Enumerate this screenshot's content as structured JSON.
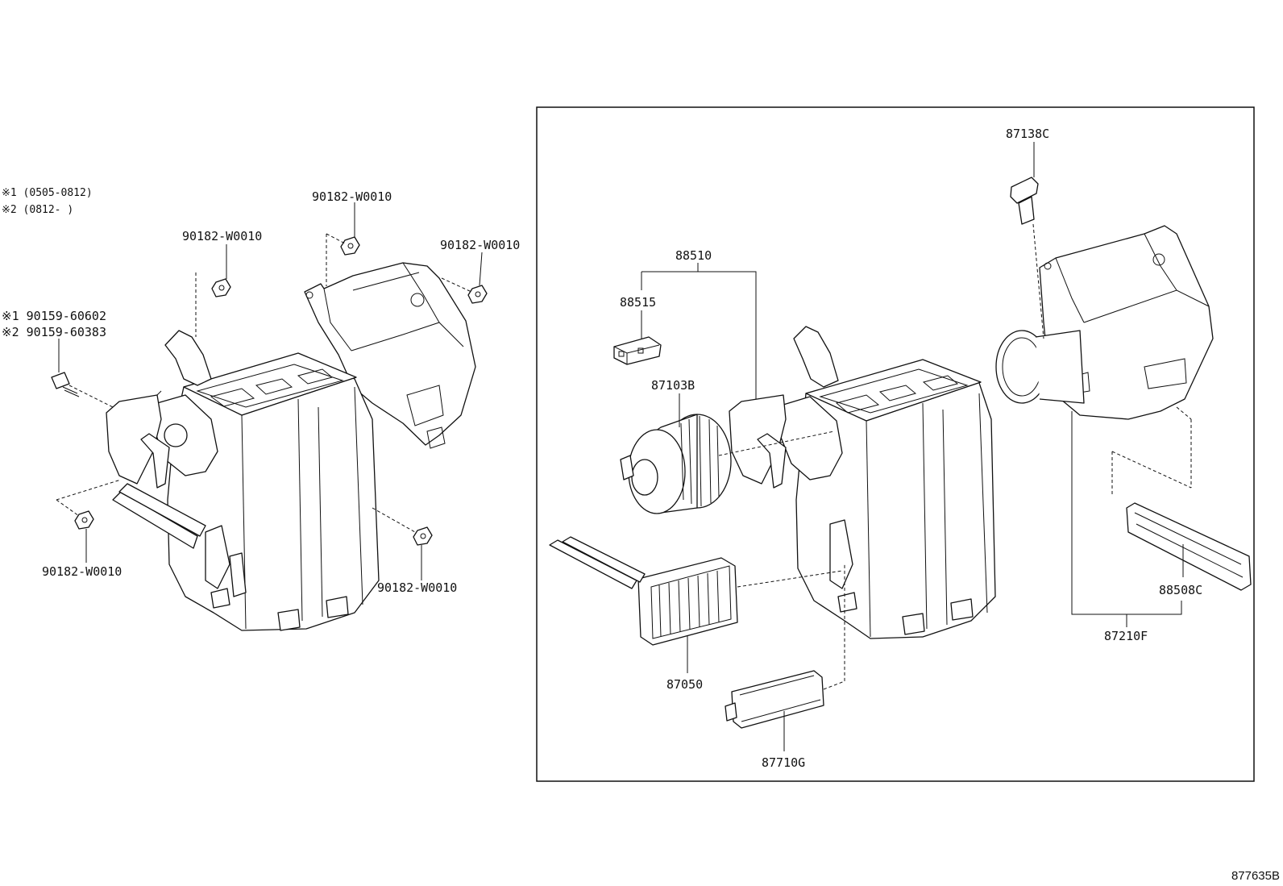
{
  "notes": {
    "note1": "※1 (0505-0812)",
    "note2": "※2 (0812-      )"
  },
  "left_assembly": {
    "bolt_label_1": "※1 90159-60602",
    "bolt_label_2": "※2 90159-60383",
    "nut_top_left": "90182-W0010",
    "nut_top_center": "90182-W0010",
    "nut_top_right": "90182-W0010",
    "nut_bottom_left": "90182-W0010",
    "nut_bottom_right": "90182-W0010"
  },
  "detail_box": {
    "blower_subassy": "88510",
    "switch": "88515",
    "blower_motor": "87103B",
    "heater_core": "87050",
    "cooler_filter": "87710G",
    "resistor": "87138C",
    "air_duct": "87210F",
    "evaporator_cover": "88508C"
  },
  "drawing_number": "877635B"
}
